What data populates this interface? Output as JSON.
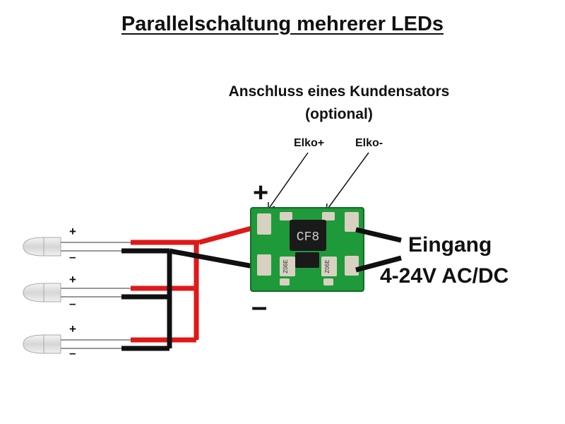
{
  "title": "Parallelschaltung mehrerer LEDs",
  "capacitor_caption": {
    "line1": "Anschluss eines Kundensators",
    "line2": "(optional)"
  },
  "elko_plus_label": "Elko+",
  "elko_minus_label": "Elko-",
  "board_plus": "+",
  "board_minus": "–",
  "input_label": "Eingang",
  "input_range": "4-24V AC/DC",
  "chip_marking": "CF8",
  "cap_markings": [
    "Z06E",
    "Z06E"
  ],
  "leds": [
    {
      "plus": "+",
      "minus": "–"
    },
    {
      "plus": "+",
      "minus": "–"
    },
    {
      "plus": "+",
      "minus": "–"
    }
  ],
  "colors": {
    "positive_wire": "#e01818",
    "negative_wire": "#101010",
    "pcb": "#1f9a3a",
    "pad": "#d8d0c0"
  }
}
